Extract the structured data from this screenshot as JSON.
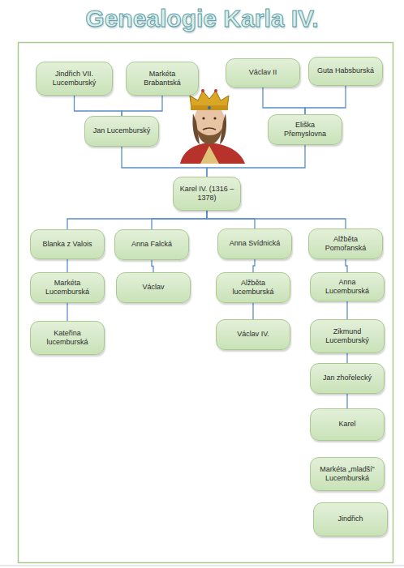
{
  "diagram": {
    "title": "Genealogie Karla IV.",
    "nodes": [
      {
        "text": [
          "Jindřich VII. Lucemburský"
        ]
      },
      {
        "text": [
          "Markéta Brabantská"
        ]
      },
      {
        "text": [
          "Václav II"
        ]
      },
      {
        "text": [
          "Guta Habsburská"
        ]
      },
      {
        "text": [
          "Jan Lucemburský"
        ]
      },
      {
        "text": [
          "Eliška Přemyslovna"
        ]
      },
      {
        "text": [
          "Karel IV. (1316 – 1378)"
        ]
      },
      {
        "text": [
          "Blanka z Valois"
        ]
      },
      {
        "text": [
          "Anna Falcká"
        ]
      },
      {
        "text": [
          "Anna Svídnická"
        ]
      },
      {
        "text": [
          "Alžběta Pomořanská"
        ]
      },
      {
        "text": [
          "Markéta Lucemburská"
        ]
      },
      {
        "text": [
          "Václav"
        ]
      },
      {
        "text": [
          "Alžběta lucemburská"
        ]
      },
      {
        "text": [
          "Anna Lucemburská"
        ]
      },
      {
        "text": [
          "Kateřina lucemburská"
        ]
      },
      {
        "text": [
          "Václav IV."
        ]
      },
      {
        "text": [
          "Zikmund Lucemburský"
        ]
      },
      {
        "text": [
          "Jan zhořelecký"
        ]
      },
      {
        "text": [
          "Karel"
        ]
      },
      {
        "text": [
          "Markéta „mladší“ Lucemburská"
        ]
      },
      {
        "text": [
          "Jindřich"
        ]
      }
    ],
    "edges": [
      {
        "from": 0,
        "to": 4,
        "arrow": "none"
      },
      {
        "from": 1,
        "to": 4,
        "arrow": "none"
      },
      {
        "from": 2,
        "to": 5,
        "arrow": "none"
      },
      {
        "from": 3,
        "to": 5,
        "arrow": "none"
      },
      {
        "from": 4,
        "to": 6,
        "arrow": "none"
      },
      {
        "from": 5,
        "to": 6,
        "arrow": "none"
      },
      {
        "from": 6,
        "to": 7,
        "arrow": "none"
      },
      {
        "from": 6,
        "to": 8,
        "arrow": "none"
      },
      {
        "from": 6,
        "to": 9,
        "arrow": "none"
      },
      {
        "from": 6,
        "to": 10,
        "arrow": "none"
      },
      {
        "from": 7,
        "to": 11,
        "arrow": "none"
      },
      {
        "from": 11,
        "to": 15,
        "arrow": "none"
      },
      {
        "from": 8,
        "to": 12,
        "arrow": "none"
      },
      {
        "from": 9,
        "to": 13,
        "arrow": "none"
      },
      {
        "from": 13,
        "to": 16,
        "arrow": "none"
      },
      {
        "from": 10,
        "to": 14,
        "arrow": "none"
      },
      {
        "from": 14,
        "to": 17,
        "arrow": "none"
      },
      {
        "from": 17,
        "to": 18,
        "arrow": "none"
      },
      {
        "from": 18,
        "to": 19,
        "arrow": "none"
      }
    ]
  }
}
